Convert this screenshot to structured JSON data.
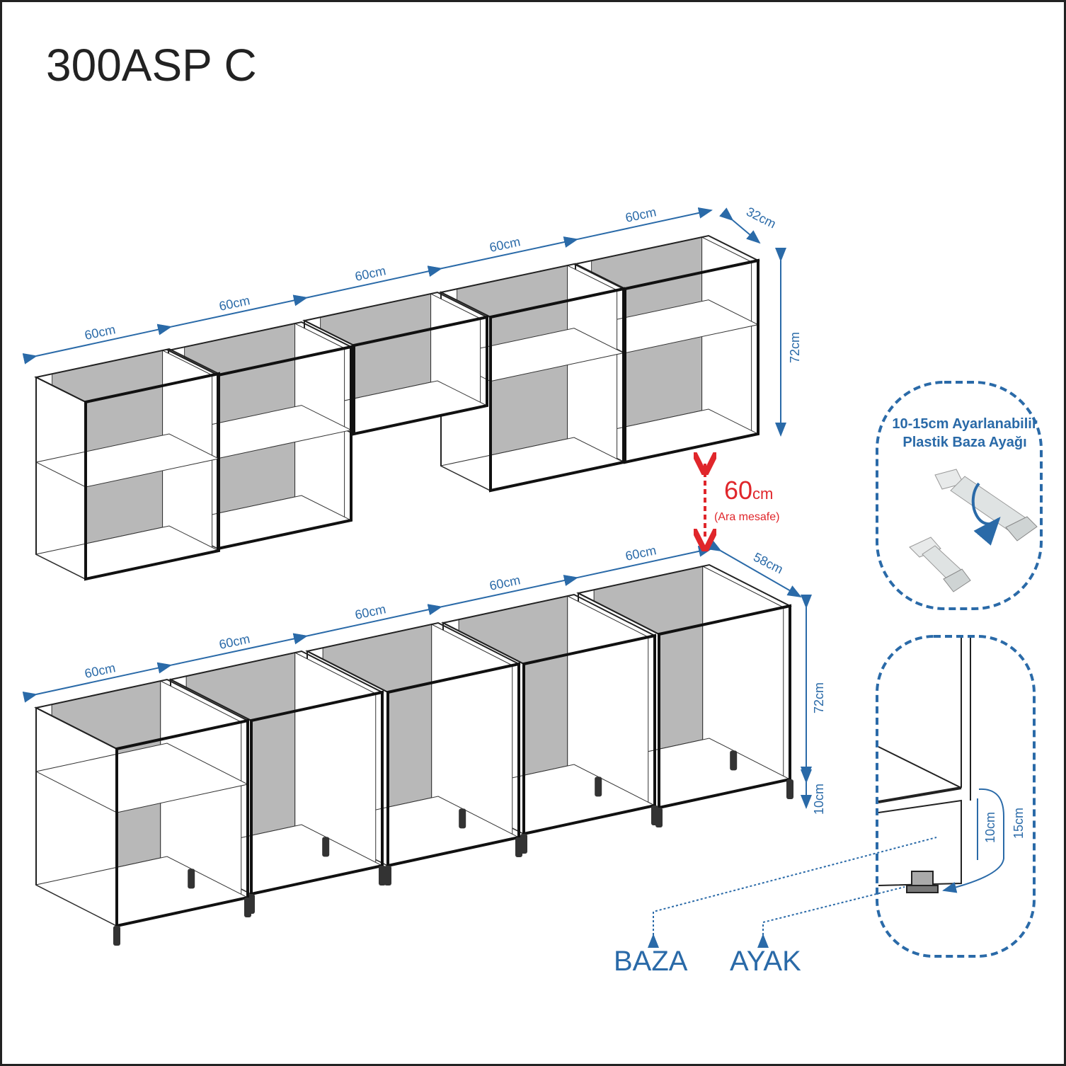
{
  "title": "300ASP C",
  "upper_dimensions": {
    "widths": [
      "60cm",
      "60cm",
      "60cm",
      "60cm",
      "60cm"
    ],
    "depth": "32cm",
    "height": "72cm"
  },
  "lower_dimensions": {
    "widths": [
      "60cm",
      "60cm",
      "60cm",
      "60cm",
      "60cm"
    ],
    "depth": "58cm",
    "height": "72cm",
    "leg": "10cm"
  },
  "gap": {
    "value": "60",
    "unit": "cm",
    "note": "(Ara mesafe)"
  },
  "leg_callout": {
    "line1": "10-15cm Ayarlanabilir",
    "line2": "Plastik Baza Ayağı"
  },
  "detail": {
    "min": "10cm",
    "max": "15cm"
  },
  "labels": {
    "baza": "BAZA",
    "ayak": "AYAK"
  },
  "colors": {
    "dimension": "#2a6aa8",
    "gap": "#e0262b",
    "panel_back": "#b8b8b8"
  }
}
